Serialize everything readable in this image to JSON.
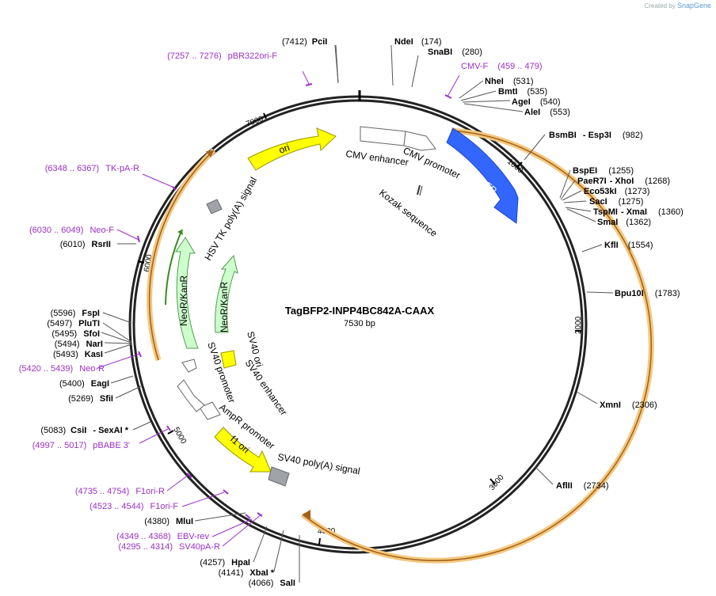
{
  "credit": {
    "prefix": "Created by",
    "brand": "SnapGene"
  },
  "plasmid": {
    "name": "TagBFP2-INPP4BC842A-CAAX",
    "size": "7530 bp"
  },
  "ticks": [
    "1000",
    "2000",
    "3000",
    "4000",
    "5000",
    "6000",
    "7000"
  ],
  "features": [
    {
      "label": "CMV enhancer"
    },
    {
      "label": "CMV promoter"
    },
    {
      "label": "TagBFP"
    },
    {
      "label": "Kozak sequence"
    },
    {
      "label": "ori"
    },
    {
      "label": "HSV TK poly(A) signal"
    },
    {
      "label": "NeoR/KanR"
    },
    {
      "label": "NeoR/KanR"
    },
    {
      "label": "SV40 ori"
    },
    {
      "label": "SV40 enhancer"
    },
    {
      "label": "SV40 promoter"
    },
    {
      "label": "AmpR promoter"
    },
    {
      "label": "f1 ori"
    },
    {
      "label": "SV40 poly(A) signal"
    }
  ],
  "sites_right": [
    {
      "name": "PciI",
      "pos": "(7412)",
      "order": "pos-name"
    },
    {
      "name": "NdeI",
      "pos": "(174)"
    },
    {
      "name": "SnaBI",
      "pos": "(280)"
    },
    {
      "name": "CMV-F",
      "pos": "(459 .. 479)",
      "primer": true
    },
    {
      "name": "NheI",
      "pos": "(531)"
    },
    {
      "name": "BmtI",
      "pos": "(535)"
    },
    {
      "name": "AgeI",
      "pos": "(540)"
    },
    {
      "name": "AleI",
      "pos": "(553)"
    },
    {
      "name": "BsmBI",
      "name2": "- Esp3I",
      "pos": "(982)"
    },
    {
      "name": "BspEI",
      "pos": "(1255)"
    },
    {
      "name": "PaeR7I",
      "name2": "- XhoI",
      "pos": "(1268)"
    },
    {
      "name": "Eco53kI",
      "pos": "(1273)"
    },
    {
      "name": "SacI",
      "pos": "(1275)"
    },
    {
      "name": "TspMI",
      "name2": "- XmaI",
      "pos": "(1360)"
    },
    {
      "name": "SmaI",
      "pos": "(1362)"
    },
    {
      "name": "KflI",
      "pos": "(1554)"
    },
    {
      "name": "Bpu10I",
      "pos": "(1783)"
    },
    {
      "name": "XmnI",
      "pos": "(2306)"
    },
    {
      "name": "AflII",
      "pos": "(2734)"
    }
  ],
  "sites_left": [
    {
      "name": "pBR322ori-F",
      "pos": "(7257 .. 7276)",
      "primer": true
    },
    {
      "name": "TK-pA-R",
      "pos": "(6348 .. 6367)",
      "primer": true
    },
    {
      "name": "Neo-F",
      "pos": "(6030 .. 6049)",
      "primer": true
    },
    {
      "name": "RsrII",
      "pos": "(6010)"
    },
    {
      "name": "FspI",
      "pos": "(5596)"
    },
    {
      "name": "PluTI",
      "pos": "(5497)"
    },
    {
      "name": "SfoI",
      "pos": "(5495)"
    },
    {
      "name": "NarI",
      "pos": "(5494)"
    },
    {
      "name": "KasI",
      "pos": "(5493)"
    },
    {
      "name": "Neo-R",
      "pos": "(5420 .. 5439)",
      "primer": true
    },
    {
      "name": "EagI",
      "pos": "(5400)"
    },
    {
      "name": "SfiI",
      "pos": "(5269)"
    },
    {
      "name": "CsiI",
      "name2": "- SexAI *",
      "pos": "(5083)"
    },
    {
      "name": "pBABE 3'",
      "pos": "(4997 .. 5017)",
      "primer": true
    },
    {
      "name": "F1ori-R",
      "pos": "(4735 .. 4754)",
      "primer": true
    },
    {
      "name": "F1ori-F",
      "pos": "(4523 .. 4544)",
      "primer": true
    },
    {
      "name": "MluI",
      "pos": "(4380)"
    },
    {
      "name": "EBV-rev",
      "pos": "(4349 .. 4368)",
      "primer": true
    },
    {
      "name": "SV40pA-R",
      "pos": "(4295 .. 4314)",
      "primer": true
    },
    {
      "name": "HpaI",
      "pos": "(4257)"
    },
    {
      "name": "XbaI *",
      "pos": "(4141)"
    },
    {
      "name": "SalI",
      "pos": "(4066)"
    }
  ],
  "colors": {
    "primer": "#9b30c8",
    "ori": "#ffff00",
    "tagbfp": "#3366ff",
    "neo": "#ccffcc",
    "orf": "#f5c77e",
    "misc": "#a0a4a8",
    "arrowGreen": "#3a8a1e"
  }
}
